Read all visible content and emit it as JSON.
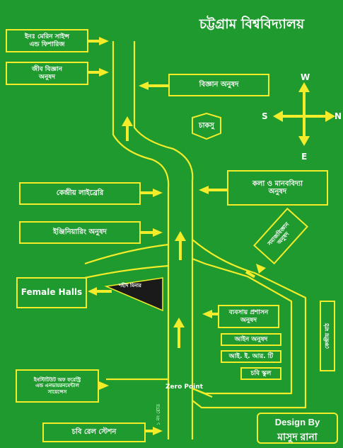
{
  "title": "চট্টগ্রাম বিশ্ববিদ্যালয়",
  "compass": {
    "north": "N",
    "south": "S",
    "east": "E",
    "west": "W"
  },
  "labels": {
    "marine_science": "ইনঃ মেরিন সাইন্স\nএন্ড ফিশারিজ",
    "biology_faculty": "জীব বিজ্ঞান\nঅনুষদ",
    "science_faculty": "বিজ্ঞান অনুষদ",
    "chaksu": "চাকসু",
    "arts_faculty": "কলা ও মানববিদ্যা\nঅনুষদ",
    "central_library": "কেন্দ্রীয় লাইব্রেরি",
    "engineering_faculty": "ইঞ্জিনিয়ারিং অনুষদ",
    "social_science_faculty": "সমাজবিজ্ঞান\nঅনুষদ",
    "female_halls": "Female Halls",
    "shaheed_minar": "শহীদ মিনার",
    "business_faculty": "ব্যবসায় প্রশাসন\nঅনুষদ",
    "law_faculty": "আইন অনুষদ",
    "iit": "আই. ই. আর. টি",
    "cu_school": "চবি স্কুল",
    "central_field": "কেন্দ্রীয় মাঠ",
    "forestry_institute": "ইনস্টিটিউট অফ ফরেস্ট্রি\nএন্ড এনভায়রনমেন্টাল\nসায়েন্সেস",
    "zero_point": "Zero Point",
    "railway_station": "চবি রেল স্টেশন",
    "road_no": "১ নং রোড",
    "design_by": "Design By",
    "designer": "মাসুদ রানা"
  },
  "colors": {
    "background": "#1e9a2e",
    "road": "#f3ec2a",
    "text": "#ffffff",
    "shaheed_minar": "#1a1a1a"
  }
}
